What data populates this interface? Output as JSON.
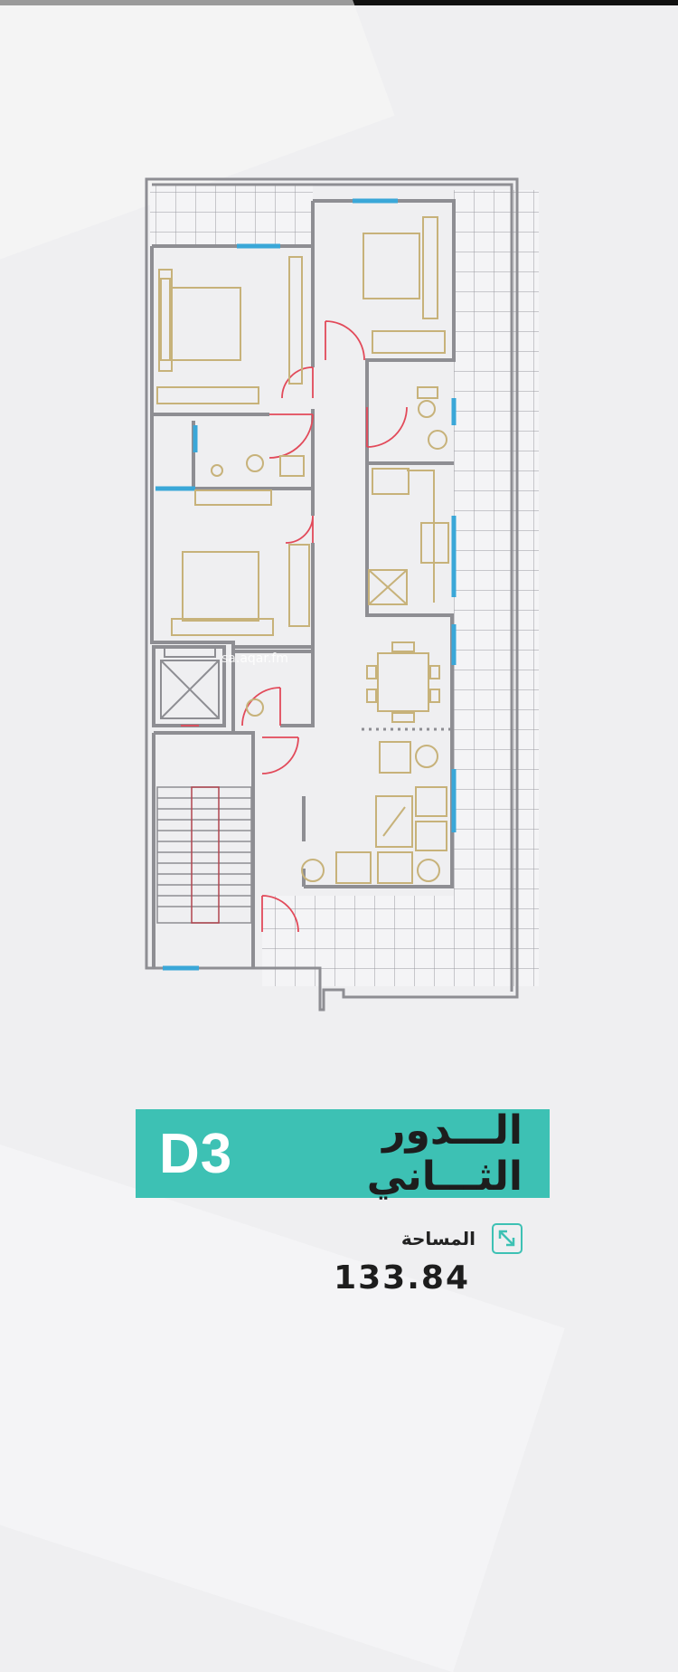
{
  "banner": {
    "unit_code": "D3",
    "floor_name": "الـــدور الثـــاني"
  },
  "area": {
    "label": "المساحة",
    "value": "133.84",
    "icon": "resize-diagonal-icon"
  },
  "watermark": "sa.aqar.fm",
  "colors": {
    "accent": "#3dc1b4",
    "wall": "#8e8e93",
    "furniture": "#c7b27a",
    "door": "#e24a5a",
    "window": "#3aa7d8"
  }
}
